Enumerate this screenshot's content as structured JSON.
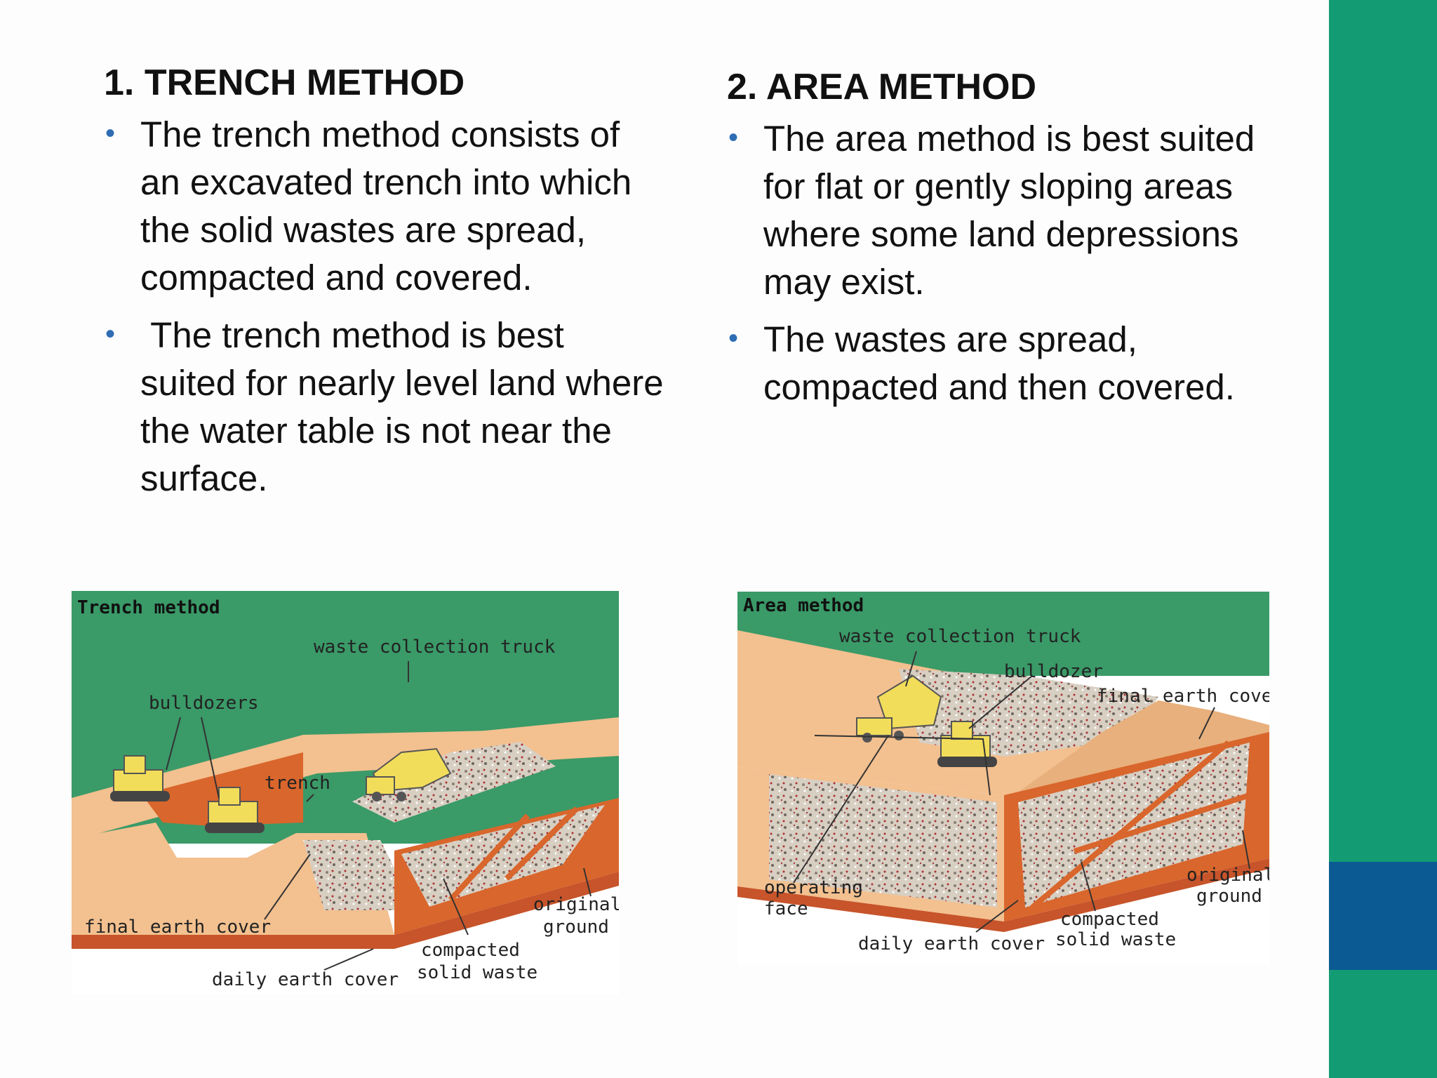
{
  "left": {
    "heading": "1. TRENCH METHOD",
    "bullets": [
      "The trench method consists of an excavated trench into which the solid wastes are spread, compacted and covered.",
      " The trench method is best suited for nearly level land where the water table is not near the surface."
    ],
    "figure": {
      "title": "Trench method",
      "labels": {
        "truck": "waste collection truck",
        "bulldozers": "bulldozers",
        "trench": "trench",
        "final_cover": "final earth cover",
        "daily_cover": "daily earth cover",
        "compacted_1": "compacted",
        "compacted_2": "solid waste",
        "original_1": "original",
        "original_2": "ground"
      }
    }
  },
  "right": {
    "heading": "2. AREA METHOD",
    "bullets": [
      "The area method is best suited for flat or gently sloping areas where some land depressions may exist.",
      "The wastes are spread, compacted and then covered."
    ],
    "figure": {
      "title": "Area method",
      "labels": {
        "truck": "waste collection truck",
        "bulldozer": "bulldozer",
        "final_cover": "final earth cover",
        "operating_1": "operating",
        "operating_2": "face",
        "daily_cover": "daily earth cover",
        "compacted_1": "compacted",
        "compacted_2": "solid waste",
        "original_1": "original",
        "original_2": "ground"
      }
    }
  },
  "colors": {
    "band": "#139c73",
    "band_accent": "#0b5a93",
    "bullet": "#2e6db4",
    "figure_sky": "#3a9a68",
    "soil_light": "#f3c08f",
    "soil_dark": "#d9662c",
    "waste": "#d8cfc3"
  }
}
